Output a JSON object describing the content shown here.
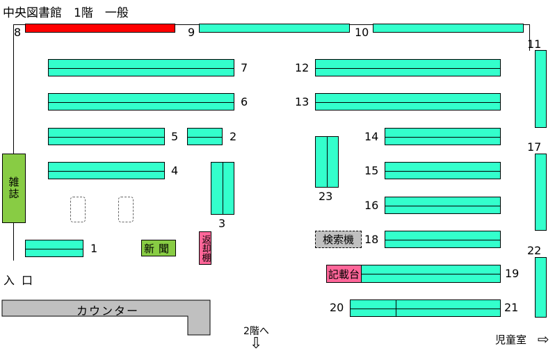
{
  "title": "中央図書館　1階　一般",
  "shelf_numbers": {
    "s1": "1",
    "s2": "2",
    "s3": "3",
    "s4": "4",
    "s5": "5",
    "s6": "6",
    "s7": "7",
    "s8": "8",
    "s9": "9",
    "s10": "10",
    "s11": "11",
    "s12": "12",
    "s13": "13",
    "s14": "14",
    "s15": "15",
    "s16": "16",
    "s17": "17",
    "s18": "18",
    "s19": "19",
    "s20": "20",
    "s21": "21",
    "s22": "22",
    "s23": "23"
  },
  "areas": {
    "magazines": "雑誌",
    "newspapers": "新聞",
    "return_shelf": "返却棚",
    "search_terminal": "検索機",
    "writing_desk": "記載台",
    "counter": "カウンター",
    "entrance": "入口",
    "second_floor": "2階へ",
    "children_room": "児童室"
  },
  "arrows": {
    "second_floor_arrow": "⇩",
    "children_room_arrow": "⇨"
  },
  "colors": {
    "shelf": "#33ffcc",
    "special_shelf": "#ff0000",
    "magazines": "#88cc44",
    "newspapers": "#88cc44",
    "return_shelf": "#ff6699",
    "writing_desk": "#ff6699",
    "search_terminal": "#c0c0c0",
    "counter": "#c0c0c0"
  }
}
